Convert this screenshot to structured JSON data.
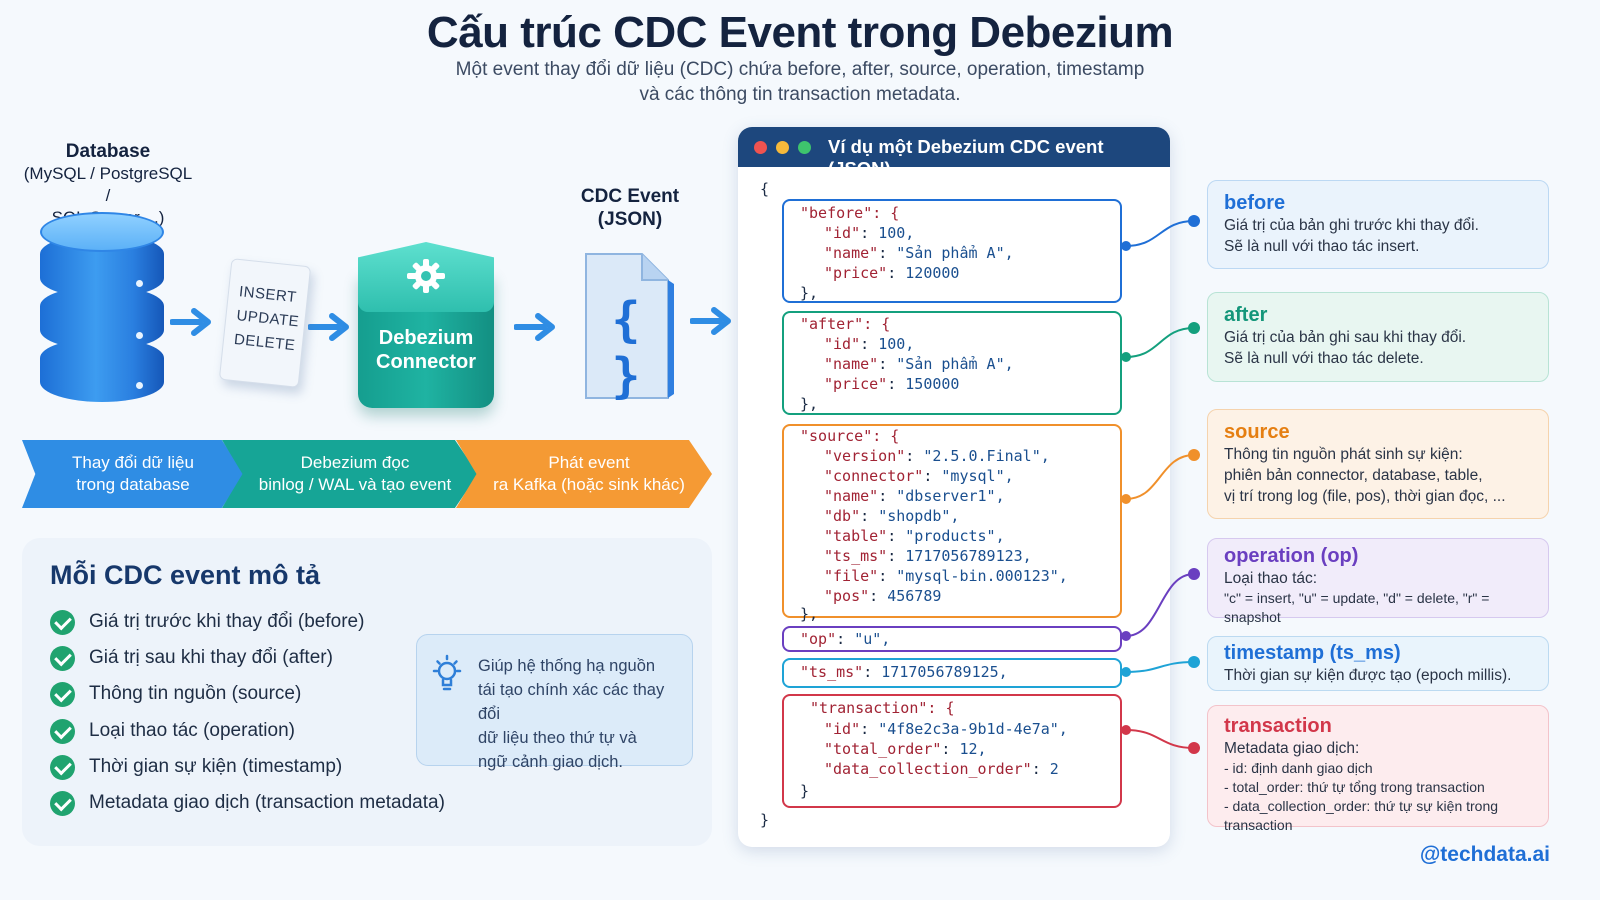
{
  "header": {
    "title": "Cấu trúc CDC Event trong Debezium",
    "subtitle_line1": "Một event thay đổi dữ liệu (CDC) chứa before, after, source, operation, timestamp",
    "subtitle_line2": "và các thông tin transaction metadata."
  },
  "pipeline": {
    "database": {
      "title": "Database",
      "sub_line1": "(MySQL / PostgreSQL /",
      "sub_line2": "SQL Server ...)"
    },
    "ops": [
      "INSERT",
      "UPDATE",
      "DELETE"
    ],
    "connector": {
      "line1": "Debezium",
      "line2": "Connector"
    },
    "event": {
      "line1": "CDC Event",
      "line2": "(JSON)",
      "icon_glyph": "{ }"
    },
    "steps": [
      {
        "line1": "Thay đổi dữ liệu",
        "line2": "trong database",
        "color": "#2f8de4"
      },
      {
        "line1": "Debezium đọc",
        "line2": "binlog / WAL và tạo event",
        "color": "#16a596"
      },
      {
        "line1": "Phát event",
        "line2": "ra Kafka (hoặc sink khác)",
        "color": "#f59a34"
      }
    ]
  },
  "describe": {
    "title": "Mỗi CDC event mô tả",
    "items": [
      "Giá trị trước khi thay đổi (before)",
      "Giá trị sau khi thay đổi (after)",
      "Thông tin nguồn (source)",
      "Loại thao tác (operation)",
      "Thời gian sự kiện (timestamp)",
      "Metadata giao dịch (transaction metadata)"
    ],
    "tip": {
      "icon": "lightbulb-icon",
      "lines": [
        "Giúp hệ thống hạ nguồn",
        "tái tạo chính xác các thay đổi",
        "dữ liệu theo thứ tự và",
        "ngữ cảnh giao dịch."
      ]
    }
  },
  "json_panel": {
    "title": "Ví dụ một Debezium CDC event (JSON)",
    "open_brace": "{",
    "close_brace": "}",
    "before": {
      "key": "\"before\": {",
      "lines": [
        {
          "k": "\"id\"",
          "v": "100,"
        },
        {
          "k": "\"name\"",
          "v": "\"Sản phẩm A\","
        },
        {
          "k": "\"price\"",
          "v": "120000"
        }
      ],
      "close": "},"
    },
    "after": {
      "key": "\"after\": {",
      "lines": [
        {
          "k": "\"id\"",
          "v": "100,"
        },
        {
          "k": "\"name\"",
          "v": "\"Sản phẩm A\","
        },
        {
          "k": "\"price\"",
          "v": "150000"
        }
      ],
      "close": "},"
    },
    "source": {
      "key": "\"source\": {",
      "lines": [
        {
          "k": "\"version\"",
          "v": "\"2.5.0.Final\","
        },
        {
          "k": "\"connector\"",
          "v": "\"mysql\","
        },
        {
          "k": "\"name\"",
          "v": "\"dbserver1\","
        },
        {
          "k": "\"db\"",
          "v": "\"shopdb\","
        },
        {
          "k": "\"table\"",
          "v": "\"products\","
        },
        {
          "k": "\"ts_ms\"",
          "v": "1717056789123,"
        },
        {
          "k": "\"file\"",
          "v": "\"mysql-bin.000123\","
        },
        {
          "k": "\"pos\"",
          "v": "456789"
        }
      ],
      "close": "},"
    },
    "op": {
      "k": "\"op\"",
      "v": "\"u\","
    },
    "ts_ms": {
      "k": "\"ts_ms\"",
      "v": "1717056789125,"
    },
    "transaction": {
      "key": "\"transaction\": {",
      "lines": [
        {
          "k": "\"id\"",
          "v": "\"4f8e2c3a-9b1d-4e7a\","
        },
        {
          "k": "\"total_order\"",
          "v": "12,"
        },
        {
          "k": "\"data_collection_order\"",
          "v": "2"
        }
      ],
      "close": "}"
    }
  },
  "cards": [
    {
      "id": "before",
      "title": "before",
      "color": "#1f6fd6",
      "bg": "#eaf3fc",
      "border": "#bcd8f3",
      "lines": [
        "Giá trị của bản ghi trước khi thay đổi.",
        "Sẽ là null với thao tác insert."
      ]
    },
    {
      "id": "after",
      "title": "after",
      "color": "#14967a",
      "bg": "#e8f6f1",
      "border": "#b8e3d5",
      "lines": [
        "Giá trị của bản ghi sau khi thay đổi.",
        "Sẽ là null với thao tác delete."
      ]
    },
    {
      "id": "source",
      "title": "source",
      "color": "#e57f12",
      "bg": "#fdf2e6",
      "border": "#f5d3ad",
      "lines": [
        "Thông tin nguồn phát sinh sự kiện:",
        "phiên bản connector, database, table,",
        "vị trí trong log (file, pos), thời gian đọc, ..."
      ]
    },
    {
      "id": "operation",
      "title": "operation (op)",
      "color": "#6a3fc0",
      "bg": "#f1ecfa",
      "border": "#d6c9ef",
      "lines": [
        "Loại thao tác:",
        "\"c\" = insert, \"u\" = update, \"d\" = delete, \"r\" = snapshot"
      ]
    },
    {
      "id": "timestamp",
      "title": "timestamp (ts_ms)",
      "color": "#1f6fd6",
      "bg": "#e9f4fc",
      "border": "#bcdaf1",
      "lines": [
        "Thời gian sự kiện được tạo (epoch millis)."
      ]
    },
    {
      "id": "transaction",
      "title": "transaction",
      "color": "#d2374a",
      "bg": "#fdecee",
      "border": "#f3c3ca",
      "lines": [
        "Metadata giao dịch:",
        "- id: định danh giao dịch",
        "- total_order: thứ tự tổng trong transaction",
        "- data_collection_order: thứ tự sự kiện trong transaction"
      ]
    }
  ],
  "footer": {
    "handle": "@techdata.ai"
  }
}
